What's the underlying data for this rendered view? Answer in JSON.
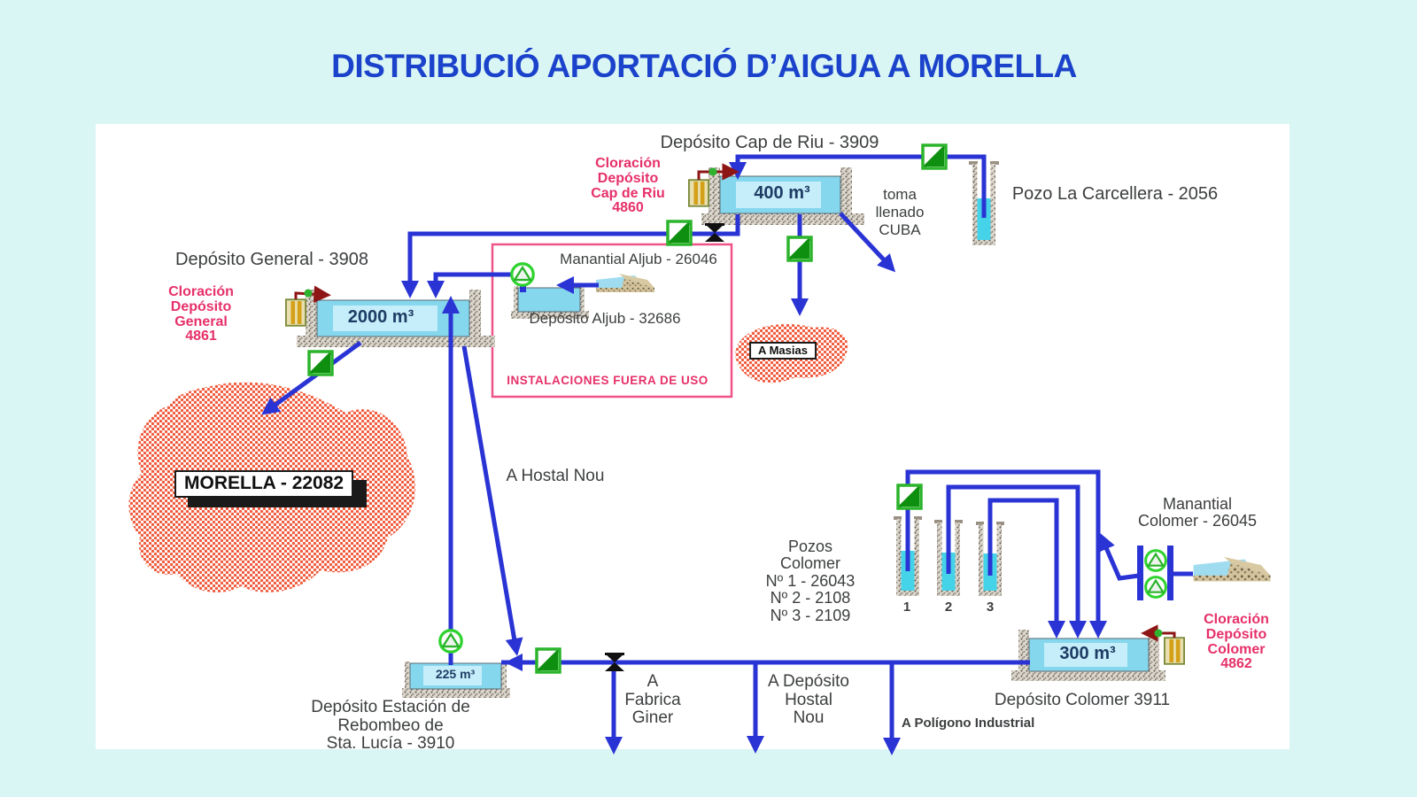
{
  "title": "DISTRIBUCIÓ APORTACIÓ D’AIGUA A MORELLA",
  "labels": {
    "deposito_cap_de_riu": "Depósito Cap de Riu - 3909",
    "tank_cap_de_riu_capacity": "400 m³",
    "cloracion_cap_de_riu": "Cloración\nDepósito\nCap de Riu\n4860",
    "toma_llenado_cuba": "toma\nllenado\nCUBA",
    "pozo_la_carcellera": "Pozo La Carcellera - 2056",
    "deposito_general": "Depósito General - 3908",
    "tank_general_capacity": "2000 m³",
    "cloracion_general": "Cloración\nDepósito\nGeneral\n4861",
    "manantial_aljub": "Manantial Aljub - 26046",
    "deposito_aljub": "Depósito Aljub -  32686",
    "instalaciones_fuera_de_uso": "INSTALACIONES FUERA DE USO",
    "a_masias": "A Masias",
    "morella": "MORELLA - 22082",
    "a_hostal_nou": "A Hostal Nou",
    "pozos_colomer": "Pozos\nColomer\nNº 1 - 26043\nNº 2 - 2108\nNº 3 - 2109",
    "well_1": "1",
    "well_2": "2",
    "well_3": "3",
    "manantial_colomer": "Manantial\nColomer - 26045",
    "cloracion_colomer": "Cloración\nDepósito\nColomer\n4862",
    "deposito_colomer": "Depósito Colomer  3911",
    "tank_colomer_capacity": "300 m³",
    "tank_sta_lucia_capacity": "225 m³",
    "deposito_sta_lucia": "Depósito Estación de\nRebombeo de\nSta. Lucía - 3910",
    "a_fabrica_giner": "A\nFabrica\nGiner",
    "a_deposito_hostal_nou": "A Depósito\nHostal\nNou",
    "a_poligono_industrial": "A Polígono Industrial"
  },
  "colors": {
    "background": "#d9f6f4",
    "canvas": "#ffffff",
    "title_blue": "#1b42cb",
    "pipe_blue": "#2a33d4",
    "valve_green": "#2cb42c",
    "pump_green": "#2fd32f",
    "chlorination_pink": "#e63069",
    "chlorinator_arrow_maroon": "#8e1515",
    "urban_area_red": "#f05a3c",
    "tank_fill": "#85d7ee",
    "well_water_cyan": "#45d3e9",
    "label_gray": "#3c3e3f"
  }
}
